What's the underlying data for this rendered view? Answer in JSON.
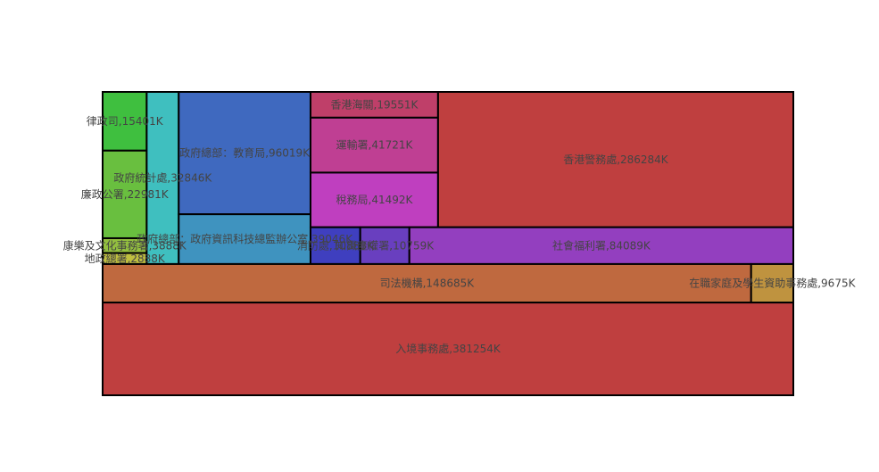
{
  "chart_data": {
    "type": "treemap",
    "items": [
      {
        "label": "入境事務處,381254K",
        "value": 381254,
        "color": "#bf3f3f"
      },
      {
        "label": "香港警務處,286284K",
        "value": 286284,
        "color": "#bf3f3f"
      },
      {
        "label": "司法機構,148685K",
        "value": 148685,
        "color": "#bf693f"
      },
      {
        "label": "在職家庭及學生資助事務處,9675K",
        "value": 9675,
        "color": "#bf933f"
      },
      {
        "label": "政府總部：教育局,96019K",
        "value": 96019,
        "color": "#3f69bf"
      },
      {
        "label": "社會福利署,84089K",
        "value": 84089,
        "color": "#933fbf"
      },
      {
        "label": "運輸署,41721K",
        "value": 41721,
        "color": "#bf3f93"
      },
      {
        "label": "稅務局,41492K",
        "value": 41492,
        "color": "#bf3fbf"
      },
      {
        "label": "政府總部：政府資訊科技總監辦公室,39046K",
        "value": 39046,
        "color": "#3f93bf"
      },
      {
        "label": "政府統計處,32846K",
        "value": 32846,
        "color": "#3fbfbf"
      },
      {
        "label": "廉政公署,22981K",
        "value": 22981,
        "color": "#69bf3f"
      },
      {
        "label": "香港海關,19551K",
        "value": 19551,
        "color": "#bf3f69"
      },
      {
        "label": "律政司,15401K",
        "value": 15401,
        "color": "#3fbf3f"
      },
      {
        "label": "消防處,10888K",
        "value": 10888,
        "color": "#3f3fbf"
      },
      {
        "label": "知識產權署,10759K",
        "value": 10759,
        "color": "#693fbf"
      },
      {
        "label": "康樂及文化事務署,3888K",
        "value": 3888,
        "color": "#93bf3f"
      },
      {
        "label": "地政總署,2888K",
        "value": 2888,
        "color": "#bfbf3f"
      }
    ]
  }
}
